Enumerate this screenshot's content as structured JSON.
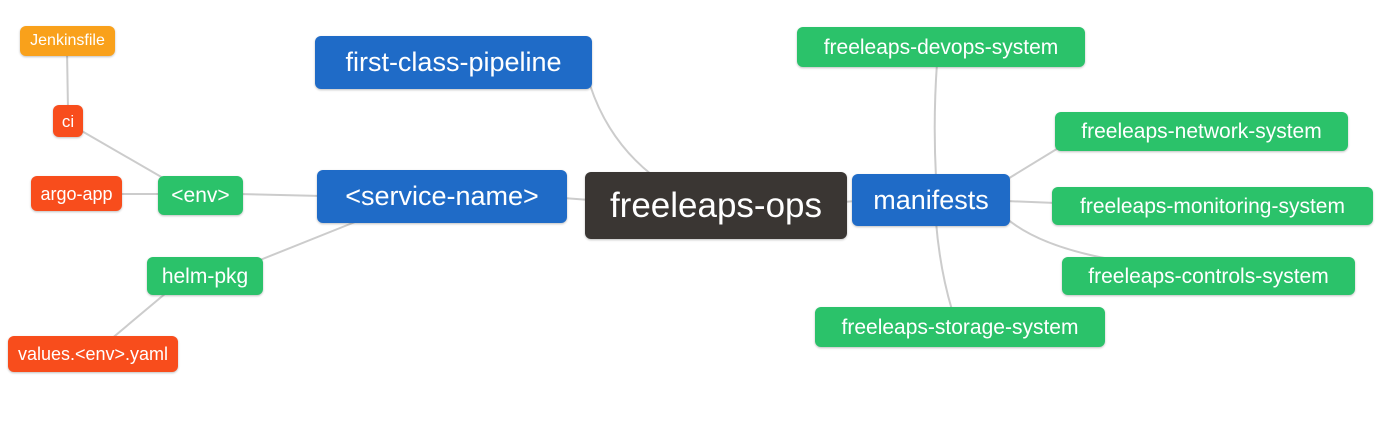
{
  "diagram": {
    "type": "mindmap",
    "root_label": "freeleaps-ops"
  },
  "colors": {
    "canvas-bg": "#ffffff",
    "root-bg": "#3a3633",
    "branch-bg": "#1f6bc7",
    "green-bg": "#2bc26a",
    "orange-bg": "#f9a11b",
    "red-bg": "#f84d1c",
    "edge": "#cccccc",
    "text": "#ffffff"
  },
  "nodes": {
    "root": {
      "label": "freeleaps-ops",
      "color": "dark"
    },
    "first_class_pipeline": {
      "label": "first-class-pipeline",
      "color": "blue"
    },
    "service_name": {
      "label": "<service-name>",
      "color": "blue"
    },
    "manifests": {
      "label": "manifests",
      "color": "blue"
    },
    "env": {
      "label": "<env>",
      "color": "green"
    },
    "helm_pkg": {
      "label": "helm-pkg",
      "color": "green"
    },
    "ci": {
      "label": "ci",
      "color": "red"
    },
    "argo_app": {
      "label": "argo-app",
      "color": "red"
    },
    "values_env_yaml": {
      "label": "values.<env>.yaml",
      "color": "red"
    },
    "jenkinsfile": {
      "label": "Jenkinsfile",
      "color": "orange"
    },
    "devops_system": {
      "label": "freeleaps-devops-system",
      "color": "green"
    },
    "network_system": {
      "label": "freeleaps-network-system",
      "color": "green"
    },
    "monitoring_system": {
      "label": "freeleaps-monitoring-system",
      "color": "green"
    },
    "controls_system": {
      "label": "freeleaps-controls-system",
      "color": "green"
    },
    "storage_system": {
      "label": "freeleaps-storage-system",
      "color": "green"
    }
  },
  "edges": [
    [
      "jenkinsfile",
      "ci"
    ],
    [
      "ci",
      "env"
    ],
    [
      "argo_app",
      "env"
    ],
    [
      "env",
      "service_name"
    ],
    [
      "helm_pkg",
      "service_name"
    ],
    [
      "values_env_yaml",
      "helm_pkg"
    ],
    [
      "first_class_pipeline",
      "root"
    ],
    [
      "service_name",
      "root"
    ],
    [
      "root",
      "manifests"
    ],
    [
      "manifests",
      "devops_system"
    ],
    [
      "manifests",
      "network_system"
    ],
    [
      "manifests",
      "monitoring_system"
    ],
    [
      "manifests",
      "controls_system"
    ],
    [
      "manifests",
      "storage_system"
    ]
  ]
}
